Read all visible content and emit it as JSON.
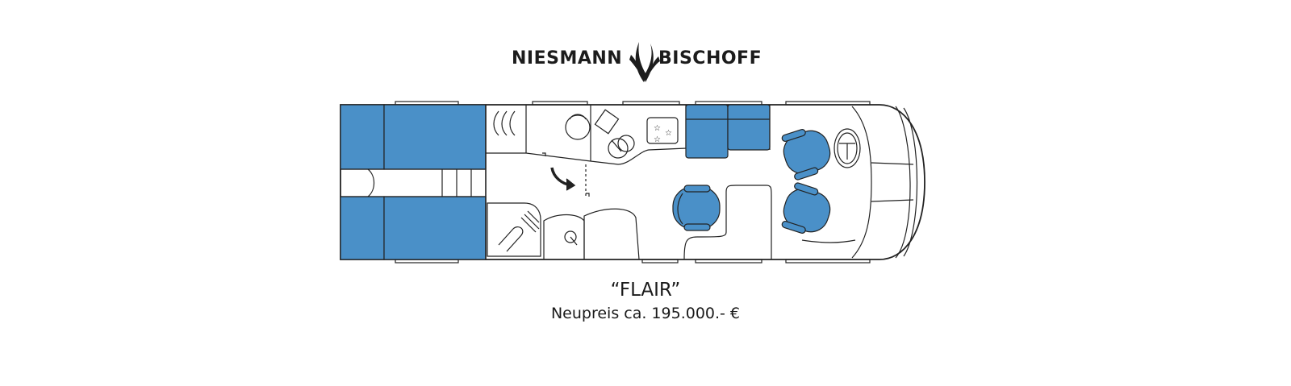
{
  "brand": {
    "name_left": "NIESMANN",
    "name_right": "BISCHOFF",
    "logo_mark_icon": "flame-swirl-icon"
  },
  "model": {
    "name": "“FLAIR”",
    "price": "Neupreis ca. 195.000.- €"
  },
  "colors": {
    "upholstery": "#4a90c8",
    "outline": "#222222",
    "text": "#1a1a1a"
  }
}
